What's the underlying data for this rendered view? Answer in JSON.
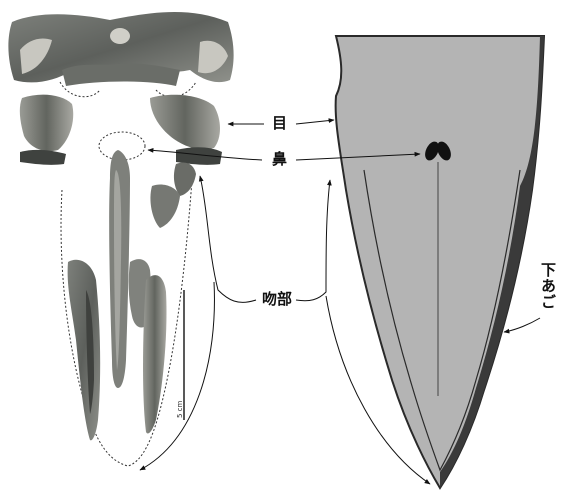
{
  "labels": {
    "eye": "目",
    "nose": "鼻",
    "snout": "吻部",
    "lower_jaw": "下あご",
    "scale": "5 cm"
  },
  "colors": {
    "bone_dark": "#5b5e5a",
    "bone_mid": "#8a8c86",
    "bone_light": "#c9c8c2",
    "reconstruction_fill": "#b4b4b4",
    "outline": "#2a2a2a",
    "nostril": "#111111"
  }
}
